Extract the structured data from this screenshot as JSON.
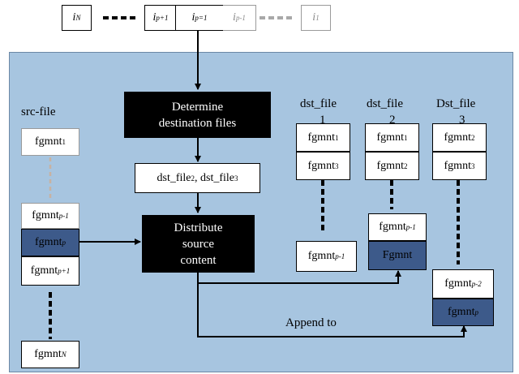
{
  "index_row": {
    "i_n": {
      "base": "i",
      "sub": "N"
    },
    "i_p_plus_1": {
      "base": "i",
      "sub": "p+1"
    },
    "i_p": {
      "base": "i",
      "sub": "p=1"
    },
    "i_p_minus_1": {
      "base": "i",
      "sub": "p-1"
    },
    "i_1": {
      "base": "i",
      "sub": "1"
    }
  },
  "determine_box": {
    "line1": "Determine",
    "line2": "destination files"
  },
  "distribute_box": {
    "line1": "Distribute",
    "line2": "source",
    "line3": "content"
  },
  "dst_files_box": {
    "a_base": "dst_file",
    "a_sub": "2",
    "sep": ", ",
    "b_base": "dst_file",
    "b_sub": "3"
  },
  "append_label": "Append to",
  "src": {
    "label": "src-file",
    "f1": {
      "base": "fgmnt",
      "sub": "1"
    },
    "fp_minus_1": {
      "base": "fgmnt",
      "sub": "p-1"
    },
    "fp": {
      "base": "fgmnt",
      "sub": "p"
    },
    "fp_plus_1": {
      "base": "fgmnt",
      "sub": "p+1"
    },
    "fn": {
      "base": "fgmnt",
      "sub": "N"
    }
  },
  "dst1": {
    "label_top": "dst_file",
    "label_bottom": "1",
    "f_a": {
      "base": "fgmnt",
      "sub": "1"
    },
    "f_b": {
      "base": "fgmnt",
      "sub": "3"
    },
    "f_c": {
      "base": "fgmnt",
      "sub": "p-1"
    }
  },
  "dst2": {
    "label_top": "dst_file",
    "label_bottom": "2",
    "f_a": {
      "base": "fgmnt",
      "sub": "1"
    },
    "f_b": {
      "base": "fgmnt",
      "sub": "2"
    },
    "f_c": {
      "base": "fgmnt",
      "sub": "p-1"
    },
    "f_d": "Fgmnt"
  },
  "dst3": {
    "label_top": "Dst_file",
    "label_bottom": "3",
    "f_a": {
      "base": "fgmnt",
      "sub": "2"
    },
    "f_b": {
      "base": "fgmnt",
      "sub": "3"
    },
    "f_c": {
      "base": "fgmnt",
      "sub": "p-2"
    },
    "f_d": {
      "base": "fgmnt",
      "sub": "p"
    }
  },
  "colors": {
    "panel": "#a7c5e0",
    "highlight": "#3d5a8a",
    "process": "#000000"
  }
}
